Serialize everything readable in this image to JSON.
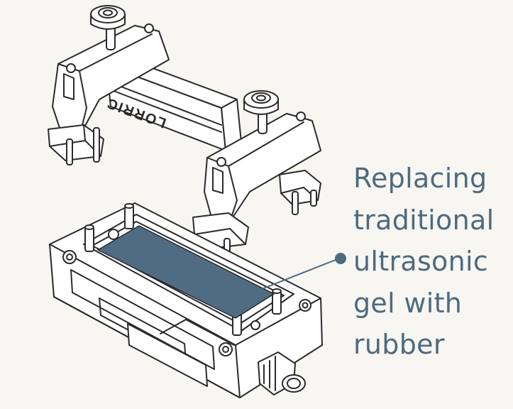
{
  "callout": {
    "lines": [
      "Replacing",
      "traditional",
      "ultrasonic",
      "gel with",
      "rubber"
    ]
  },
  "device": {
    "brand": "LORRIC"
  },
  "colors": {
    "background": "#f8f6f1",
    "rubber_pad": "#4f6c82",
    "caption_text": "#4d6a80",
    "line_art": "#2a2a2a"
  }
}
